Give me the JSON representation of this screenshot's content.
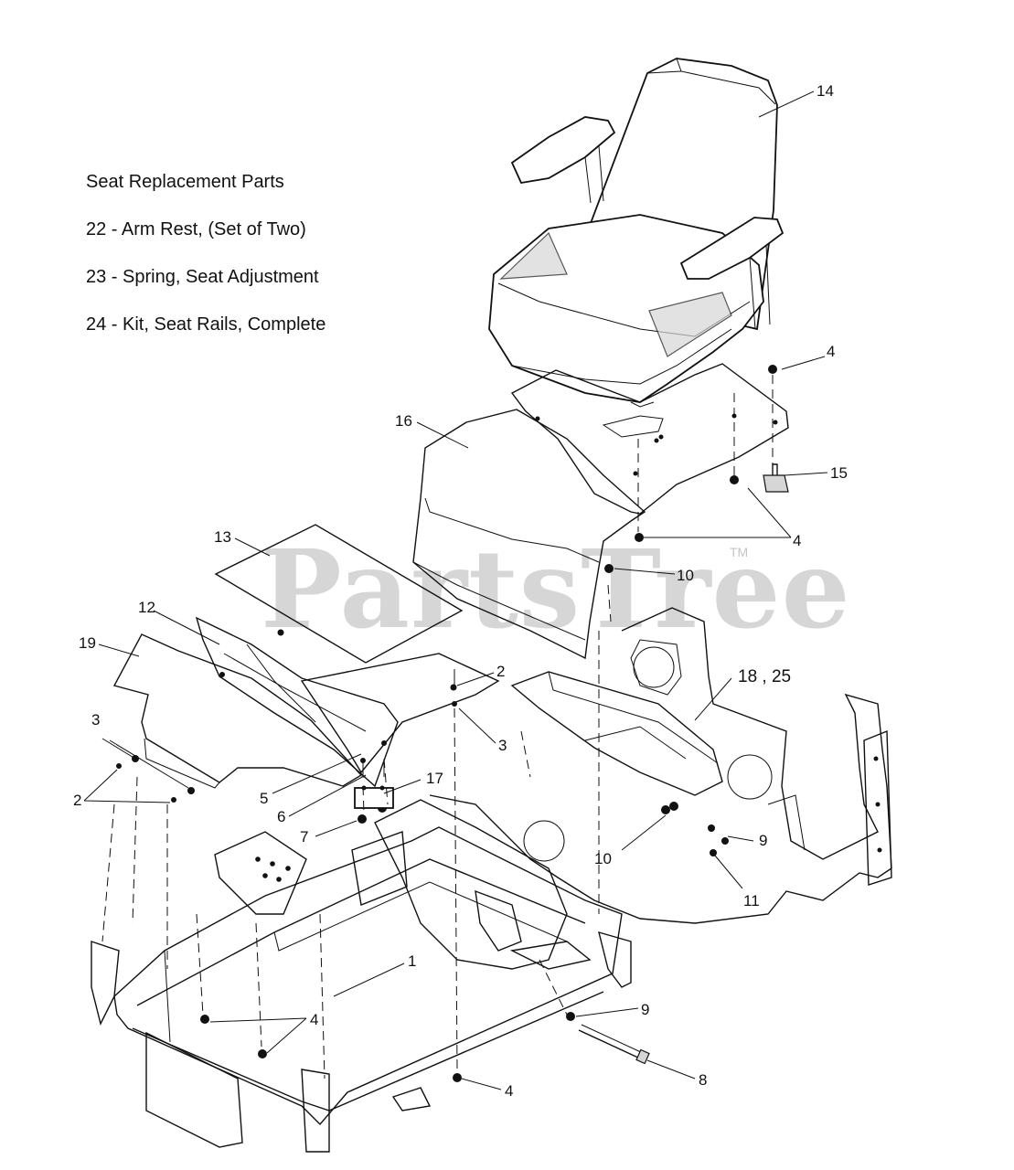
{
  "legend": {
    "title": "Seat Replacement Parts",
    "items": [
      "22 - Arm Rest, (Set of Two)",
      "23 - Spring, Seat Adjustment",
      "24 - Kit, Seat Rails, Complete"
    ]
  },
  "watermark": {
    "text": "PartsTree",
    "trademark": "TM"
  },
  "callouts": {
    "c14": "14",
    "c4a": "4",
    "c16": "16",
    "c15": "15",
    "c4b": "4",
    "c13": "13",
    "c10a": "10",
    "c12": "12",
    "c19": "19",
    "c2a": "2",
    "c18": "18 , 25",
    "c3a": "3",
    "c3b": "3",
    "c2b": "2",
    "c5": "5",
    "c17": "17",
    "c6": "6",
    "c7": "7",
    "c9a": "9",
    "c10b": "10",
    "c11": "11",
    "c1": "1",
    "c4c": "4",
    "c9b": "9",
    "c8": "8",
    "c4d": "4"
  }
}
